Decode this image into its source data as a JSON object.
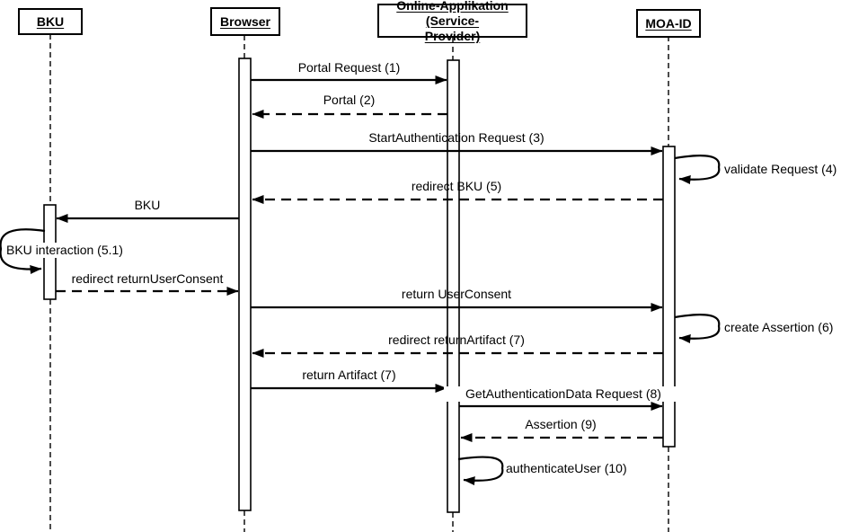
{
  "diagram": {
    "type": "uml-sequence-diagram",
    "colors": {
      "line": "#000000",
      "background": "#ffffff"
    },
    "participants": [
      {
        "id": "bku",
        "lines": [
          "BKU"
        ]
      },
      {
        "id": "browser",
        "lines": [
          "Browser"
        ]
      },
      {
        "id": "online-applikation",
        "lines": [
          "Online-Applikation (Service-",
          "Provider)"
        ]
      },
      {
        "id": "moa-id",
        "lines": [
          "MOA-ID"
        ]
      }
    ],
    "messages": [
      {
        "label": "Portal Request (1)",
        "from": "Browser",
        "to": "Online-Applikation (Service-Provider)",
        "line": "solid"
      },
      {
        "label": "Portal (2)",
        "from": "Online-Applikation (Service-Provider)",
        "to": "Browser",
        "line": "dashed"
      },
      {
        "label": "StartAuthentication Request (3)",
        "from": "Browser",
        "to": "MOA-ID",
        "line": "solid"
      },
      {
        "label": "validate Request (4)",
        "from": "MOA-ID",
        "to": "MOA-ID",
        "line": "self-loop"
      },
      {
        "label": "redirect BKU (5)",
        "from": "MOA-ID",
        "to": "Browser",
        "line": "dashed"
      },
      {
        "label": "BKU",
        "from": "Browser",
        "to": "BKU",
        "line": "solid"
      },
      {
        "label": "BKU interaction (5.1)",
        "from": "BKU",
        "to": "BKU",
        "line": "self-loop"
      },
      {
        "label": "redirect returnUserConsent",
        "from": "BKU",
        "to": "Browser",
        "line": "dashed"
      },
      {
        "label": "return UserConsent",
        "from": "Browser",
        "to": "MOA-ID",
        "line": "solid"
      },
      {
        "label": "create Assertion (6)",
        "from": "MOA-ID",
        "to": "MOA-ID",
        "line": "self-loop"
      },
      {
        "label": "redirect returnArtifact (7)",
        "from": "MOA-ID",
        "to": "Browser",
        "line": "dashed"
      },
      {
        "label": "return Artifact (7)",
        "from": "Browser",
        "to": "Online-Applikation (Service-Provider)",
        "line": "solid"
      },
      {
        "label": "GetAuthenticationData Request (8)",
        "from": "Online-Applikation (Service-Provider)",
        "to": "MOA-ID",
        "line": "solid"
      },
      {
        "label": "Assertion (9)",
        "from": "MOA-ID",
        "to": "Online-Applikation (Service-Provider)",
        "line": "dashed"
      },
      {
        "label": "authenticateUser (10)",
        "from": "Online-Applikation (Service-Provider)",
        "to": "Online-Applikation (Service-Provider)",
        "line": "self-loop"
      }
    ]
  }
}
